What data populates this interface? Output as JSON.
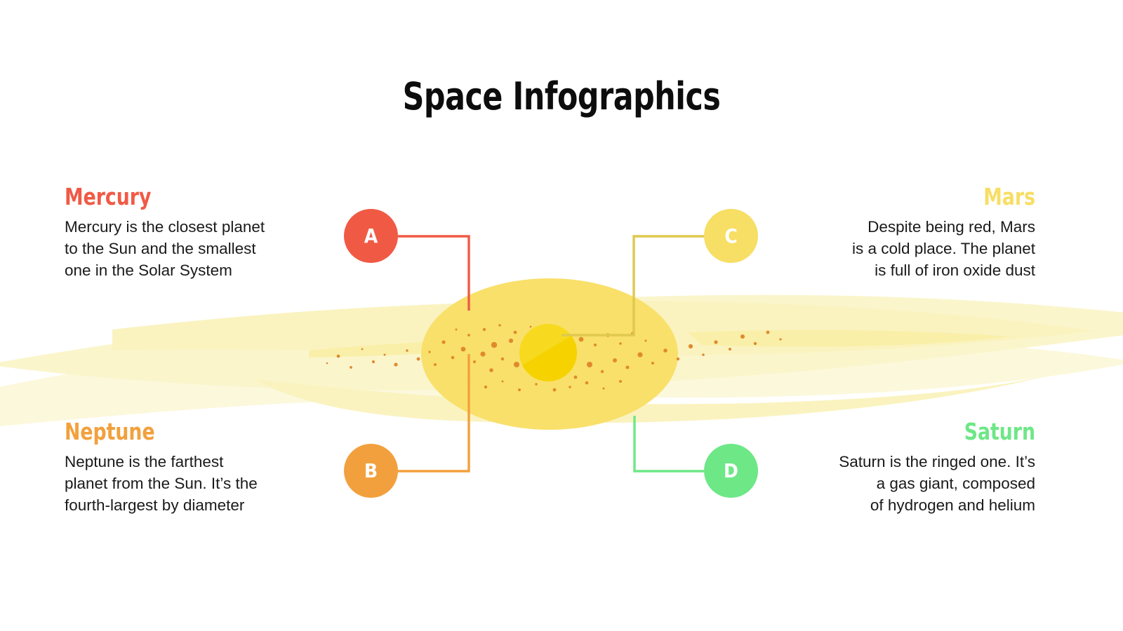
{
  "title": "Space Infographics",
  "palette": {
    "mercury": "#F05A45",
    "neptune": "#F2A03D",
    "mars": "#F7DE64",
    "saturn": "#6EE787",
    "body_text": "#1A1A1A",
    "title_text": "#0D0D0D",
    "galaxy_core": "#F5D200",
    "galaxy_disc": "#F9E06A",
    "galaxy_halo": "#FAF3C0",
    "galaxy_halo_soft": "#FCF8DC",
    "dust_dot": "#E08A2E",
    "background": "#FFFFFF"
  },
  "planets": [
    {
      "key": "mercury",
      "marker": "A",
      "name": "Mercury",
      "description": "Mercury is the closest planet\nto the Sun and the smallest\none in the Solar System",
      "color": "#F05A45",
      "align": "left",
      "position": "top-left"
    },
    {
      "key": "neptune",
      "marker": "B",
      "name": "Neptune",
      "description": "Neptune is the farthest\nplanet from the Sun. It’s the\nfourth-largest by diameter",
      "color": "#F2A03D",
      "align": "left",
      "position": "bottom-left"
    },
    {
      "key": "mars",
      "marker": "C",
      "name": "Mars",
      "description": "Despite being red, Mars\nis a cold place. The planet\nis full of iron oxide dust",
      "color": "#F7DE64",
      "align": "right",
      "position": "top-right"
    },
    {
      "key": "saturn",
      "marker": "D",
      "name": "Saturn",
      "description": "Saturn is the ringed one. It’s\na gas giant, composed\nof hydrogen and helium",
      "color": "#6EE787",
      "align": "right",
      "position": "bottom-right"
    }
  ]
}
